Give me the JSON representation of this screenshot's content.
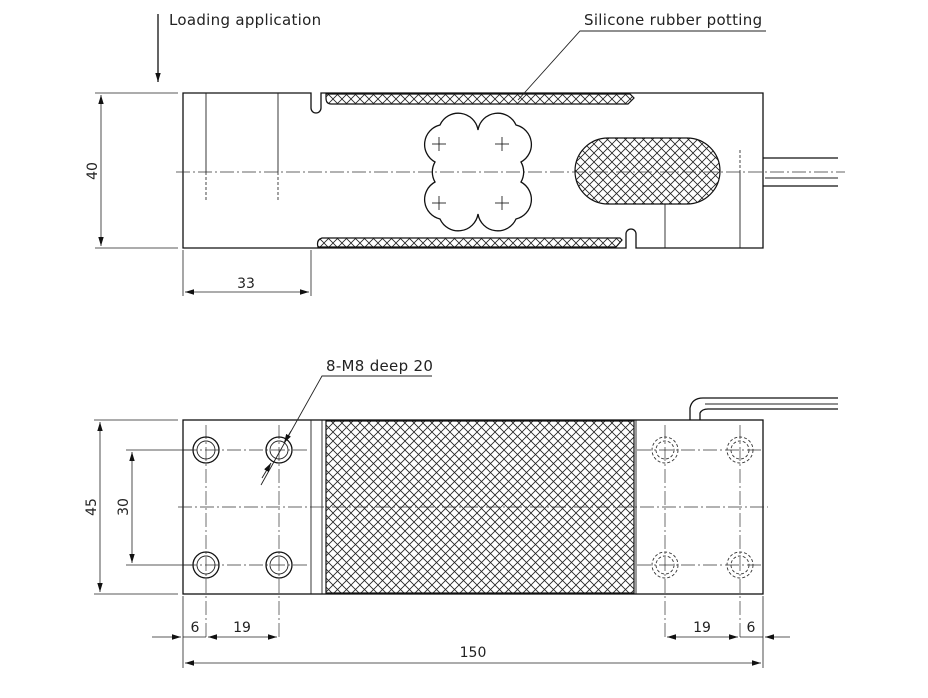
{
  "drawing": {
    "labels": {
      "loading": "Loading application",
      "potting": "Silicone rubber potting",
      "threads": "8-M8 deep 20"
    },
    "dimensions": {
      "height_side": "40",
      "offset_side": "33",
      "width_top": "45",
      "hole_spacing_y": "30",
      "edge_left": "6",
      "pitch_left": "19",
      "pitch_right": "19",
      "edge_right": "6",
      "length": "150"
    }
  }
}
